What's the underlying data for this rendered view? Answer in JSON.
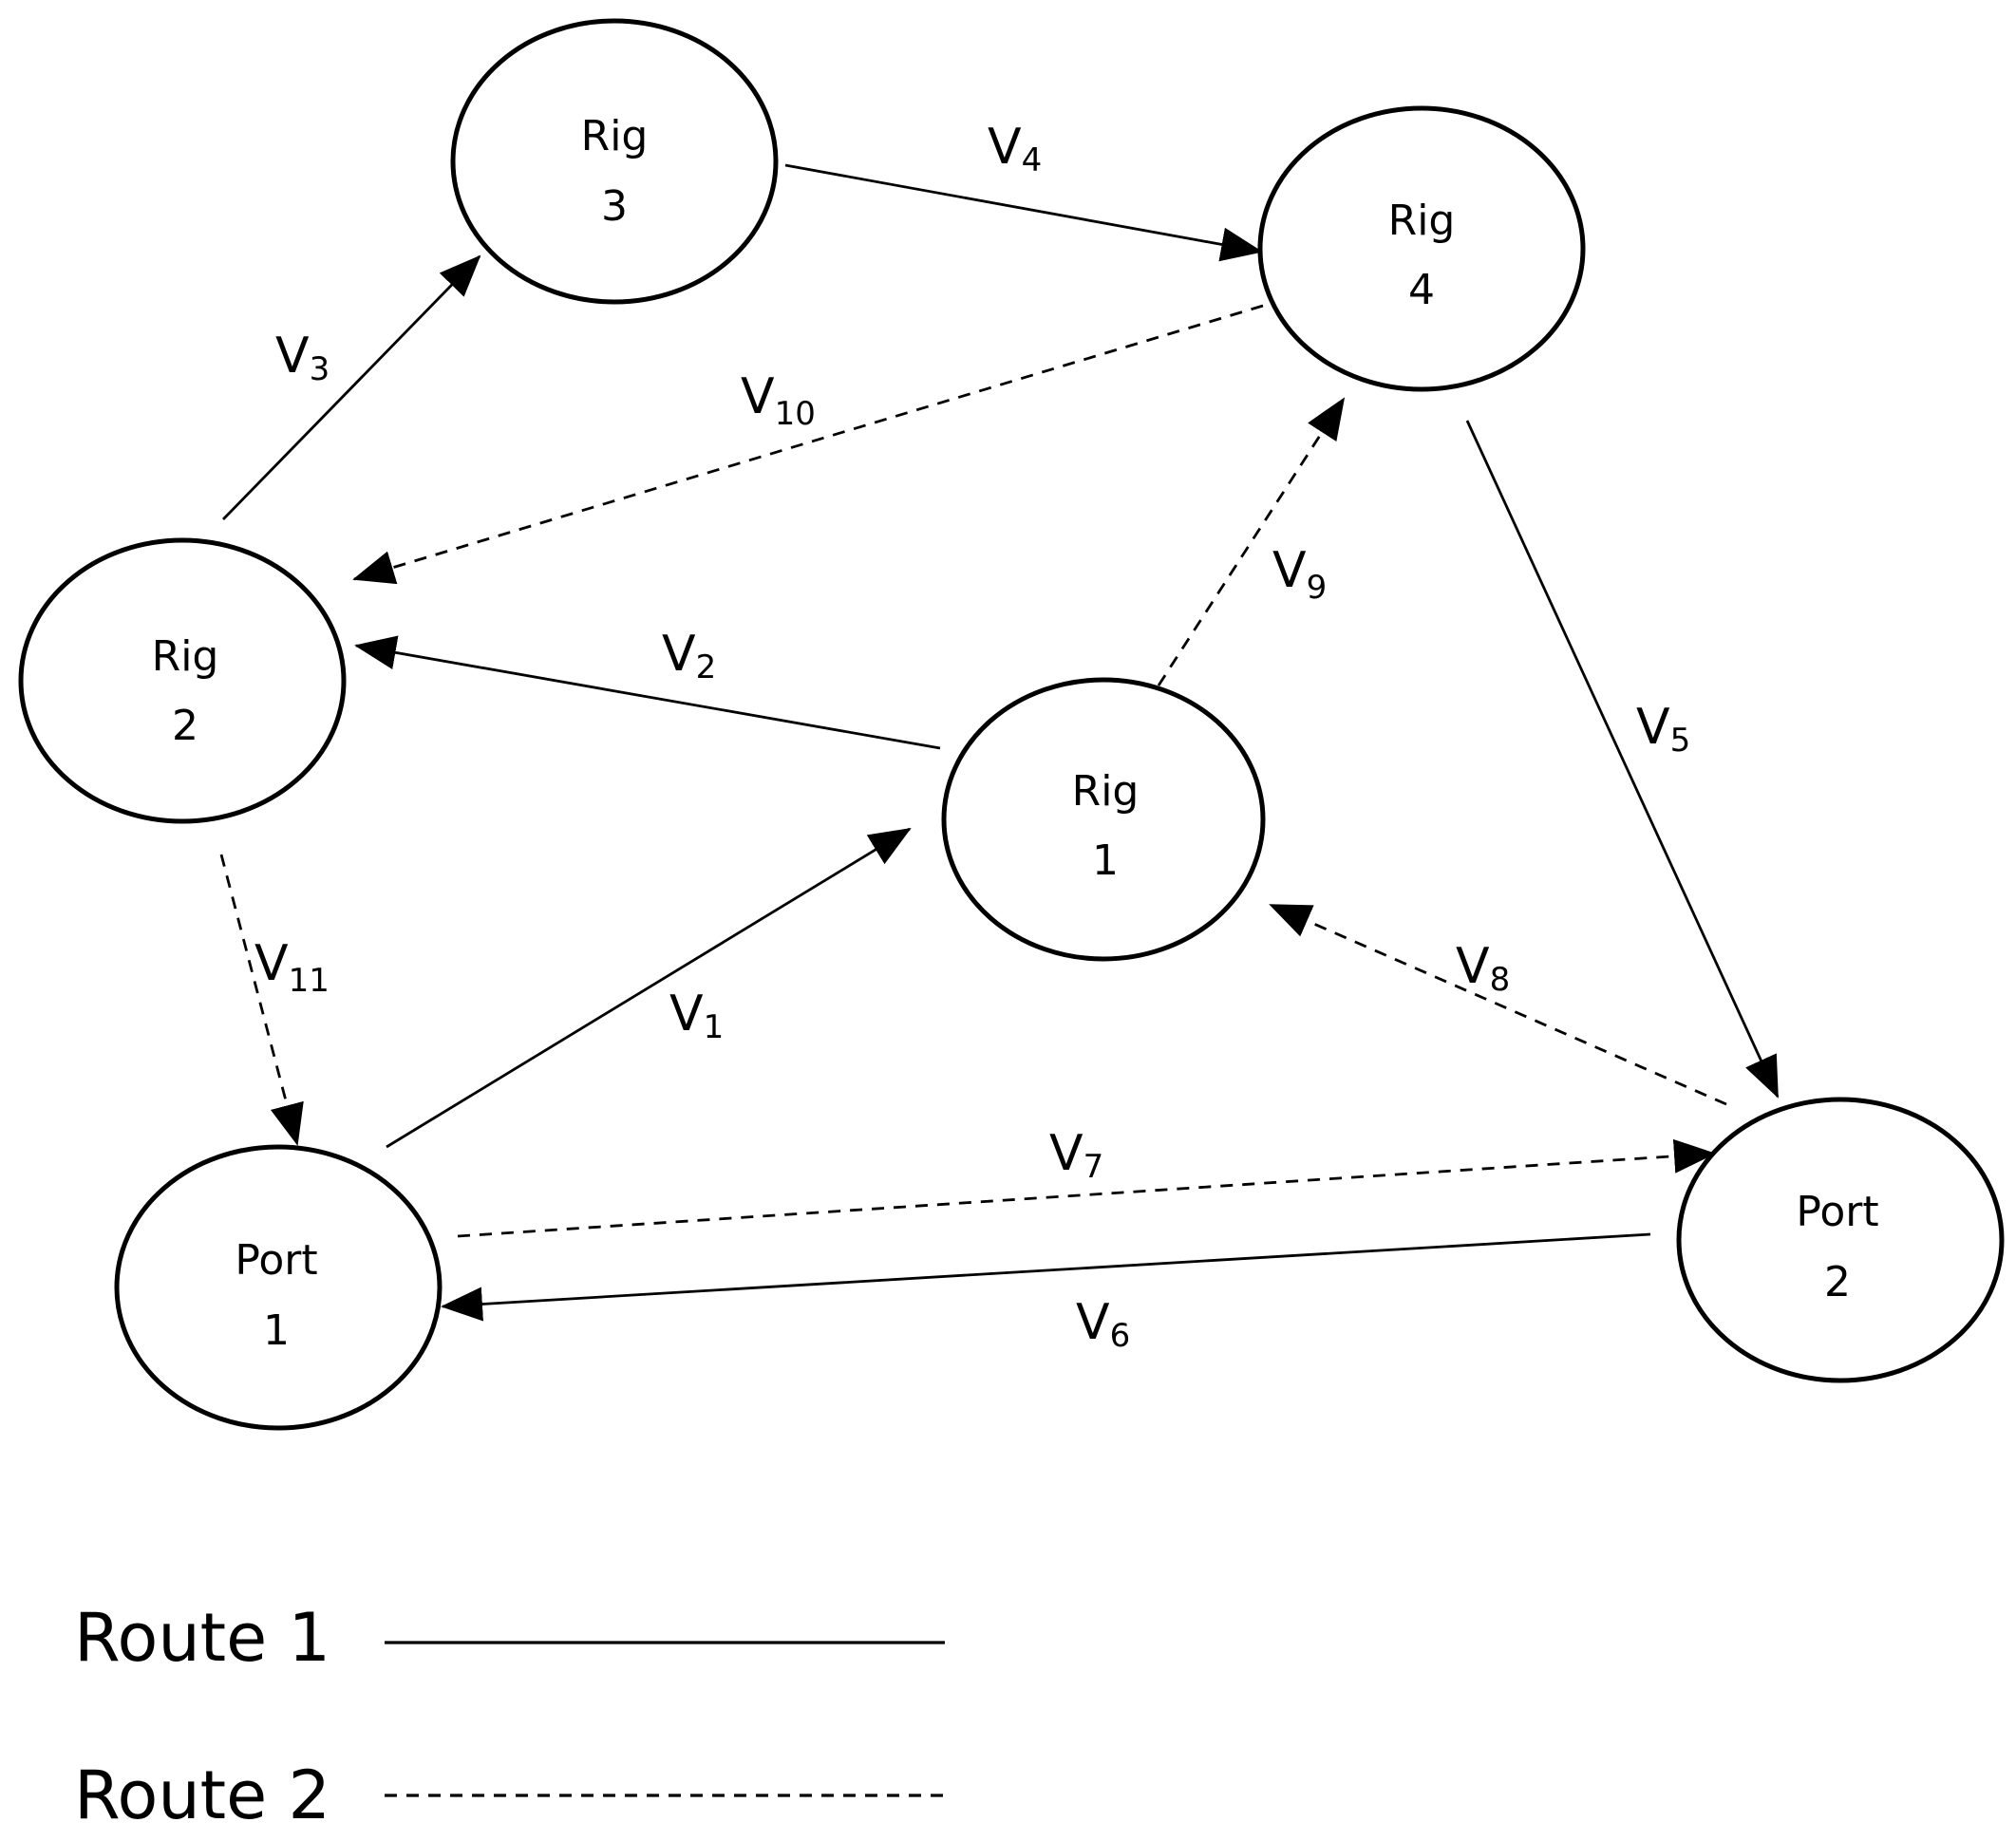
{
  "nodes": {
    "rig1": {
      "line1": "Rig",
      "line2": "1"
    },
    "rig2": {
      "line1": "Rig",
      "line2": "2"
    },
    "rig3": {
      "line1": "Rig",
      "line2": "3"
    },
    "rig4": {
      "line1": "Rig",
      "line2": "4"
    },
    "port1": {
      "line1": "Port",
      "line2": "1"
    },
    "port2": {
      "line1": "Port",
      "line2": "2"
    }
  },
  "edges": [
    {
      "id": "v1",
      "base": "V",
      "sub": "1",
      "from": "Port 1",
      "to": "Rig 1",
      "route": "Route 1"
    },
    {
      "id": "v2",
      "base": "V",
      "sub": "2",
      "from": "Rig 1",
      "to": "Rig 2",
      "route": "Route 1"
    },
    {
      "id": "v3",
      "base": "V",
      "sub": "3",
      "from": "Rig 2",
      "to": "Rig 3",
      "route": "Route 1"
    },
    {
      "id": "v4",
      "base": "V",
      "sub": "4",
      "from": "Rig 3",
      "to": "Rig 4",
      "route": "Route 1"
    },
    {
      "id": "v5",
      "base": "V",
      "sub": "5",
      "from": "Rig 4",
      "to": "Port 2",
      "route": "Route 1"
    },
    {
      "id": "v6",
      "base": "V",
      "sub": "6",
      "from": "Port 2",
      "to": "Port 1",
      "route": "Route 1"
    },
    {
      "id": "v7",
      "base": "V",
      "sub": "7",
      "from": "Port 1",
      "to": "Port 2",
      "route": "Route 2"
    },
    {
      "id": "v8",
      "base": "V",
      "sub": "8",
      "from": "Port 2",
      "to": "Rig 1",
      "route": "Route 2"
    },
    {
      "id": "v9",
      "base": "V",
      "sub": "9",
      "from": "Rig 1",
      "to": "Rig 4",
      "route": "Route 2"
    },
    {
      "id": "v10",
      "base": "V",
      "sub": "10",
      "from": "Rig 4",
      "to": "Rig 2",
      "route": "Route 2"
    },
    {
      "id": "v11",
      "base": "V",
      "sub": "11",
      "from": "Rig 2",
      "to": "Port 1",
      "route": "Route 2"
    }
  ],
  "legend": {
    "route1": {
      "label": "Route 1",
      "style": "solid"
    },
    "route2": {
      "label": "Route 2",
      "style": "dashed"
    }
  }
}
